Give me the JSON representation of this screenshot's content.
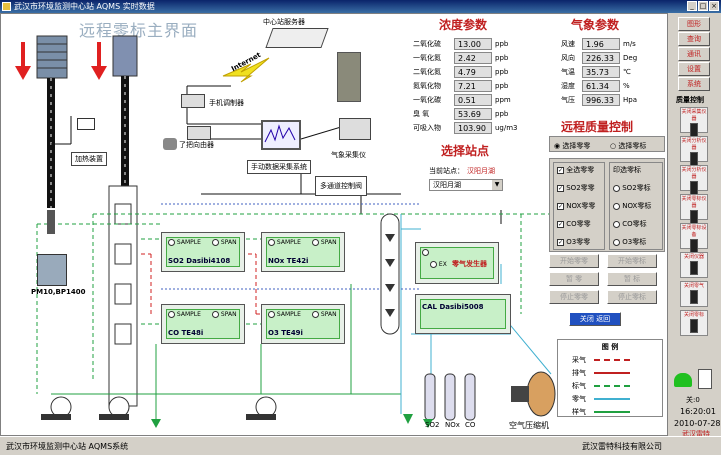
{
  "window": {
    "title": "武汉市环境监测中心站 AQMS 实时数据"
  },
  "main_title": "远程零标主界面",
  "diagram": {
    "center_server": "中心站服务器",
    "internet": "Internet",
    "modem": "手机调制器",
    "router": "了把向由器",
    "data_collector": "手动数据采集系统",
    "weather_collector": "气象采集仪",
    "multi_valve": "多通道控制阀",
    "heater": "加热装置",
    "pm_label": "PM10,BP1400",
    "so2": "SO2 Dasibi4108",
    "nox": "NOx TE42i",
    "co": "CO TE48i",
    "o3": "O3 TE49i",
    "zero_gen": "零气发生器",
    "cal": "CAL Dasibi5008",
    "air_comp": "空气压缩机",
    "sample": "SAMPLE",
    "span": "SPAN",
    "ex": "EX",
    "gas1": "SO2",
    "gas2": "NOx",
    "gas3": "CO"
  },
  "legend": {
    "title": "图 例",
    "items": [
      {
        "label": "采气",
        "color": "#c02020",
        "dash": true
      },
      {
        "label": "排气",
        "color": "#c02020",
        "dash": false
      },
      {
        "label": "标气",
        "color": "#20a040",
        "dash": true
      },
      {
        "label": "零气",
        "color": "#40b0d0",
        "dash": false
      },
      {
        "label": "样气",
        "color": "#20a040",
        "dash": false
      }
    ]
  },
  "concentration": {
    "title": "浓度参数",
    "rows": [
      {
        "name": "二氧化硫",
        "value": "13.00",
        "unit": "ppb"
      },
      {
        "name": "一氧化氮",
        "value": "2.42",
        "unit": "ppb"
      },
      {
        "name": "二氧化氮",
        "value": "4.79",
        "unit": "ppb"
      },
      {
        "name": "氮氧化物",
        "value": "7.21",
        "unit": "ppb"
      },
      {
        "name": "一氧化碳",
        "value": "0.51",
        "unit": "ppm"
      },
      {
        "name": "臭  氧",
        "value": "53.69",
        "unit": "ppb"
      },
      {
        "name": "可吸入物",
        "value": "103.90",
        "unit": "ug/m3"
      }
    ]
  },
  "weather": {
    "title": "气象参数",
    "rows": [
      {
        "name": "风速",
        "value": "1.96",
        "unit": "m/s"
      },
      {
        "name": "风向",
        "value": "226.33",
        "unit": "Deg"
      },
      {
        "name": "气温",
        "value": "35.73",
        "unit": "℃"
      },
      {
        "name": "湿度",
        "value": "61.34",
        "unit": "%"
      },
      {
        "name": "气压",
        "value": "996.33",
        "unit": "Hpa"
      }
    ]
  },
  "station": {
    "title": "选择站点",
    "current_label": "当前站点：",
    "current_value": "汉阳月湖",
    "select_value": "汉阳月湖"
  },
  "quality": {
    "title": "远程质量控制",
    "radio_zero": "选择零零",
    "radio_span": "选择零标",
    "col1_header": "全选零零",
    "col2_header": "印选零标",
    "col1": [
      "SO2零零",
      "NOX零零",
      "CO零零",
      "O3零零"
    ],
    "col2": [
      "SO2零标",
      "NOX零标",
      "CO零标",
      "O3零标"
    ],
    "btn_rows": [
      [
        "开始零零",
        "开始零标"
      ],
      [
        "暂 零",
        "暂 标"
      ],
      [
        "停止零零",
        "停止零标"
      ]
    ],
    "close_btn": "关闭 返回"
  },
  "right_menu": {
    "buttons": [
      "图形",
      "查询",
      "通讯",
      "设置",
      "系统"
    ],
    "quality_label": "质量控制",
    "switches": [
      "关闭采集仪器",
      "关闭分析仪器",
      "关闭分析仪器",
      "关闭零标仪器",
      "关闭零标设备",
      "关闭仪器",
      "关闭零气",
      "关闭零标"
    ]
  },
  "clock": {
    "status": "关:0",
    "time": "16:20:01",
    "date": "2010-07-28",
    "logo": "武汉雷特"
  },
  "status": {
    "left": "武汉市环境监测中心站 AQMS系统",
    "right": "武汉雷特科技有限公司"
  }
}
